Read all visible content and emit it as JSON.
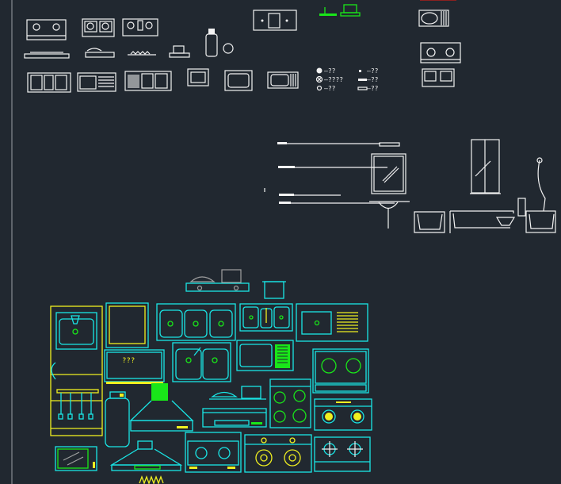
{
  "colors": {
    "background": "#212830",
    "white": "#f2f2f2",
    "cyan": "#19e6e6",
    "yellow": "#f0f020",
    "green": "#19e619"
  },
  "legend": [
    {
      "symbol": "filled-circle",
      "label": "—??"
    },
    {
      "symbol": "crossed-circle",
      "label": "—????"
    },
    {
      "symbol": "hatched-circle",
      "label": "—??"
    },
    {
      "symbol": "small-square",
      "label": "—??"
    },
    {
      "symbol": "bar",
      "label": "—??"
    },
    {
      "symbol": "outlined-bar",
      "label": "—??"
    }
  ],
  "counter_label": "???"
}
